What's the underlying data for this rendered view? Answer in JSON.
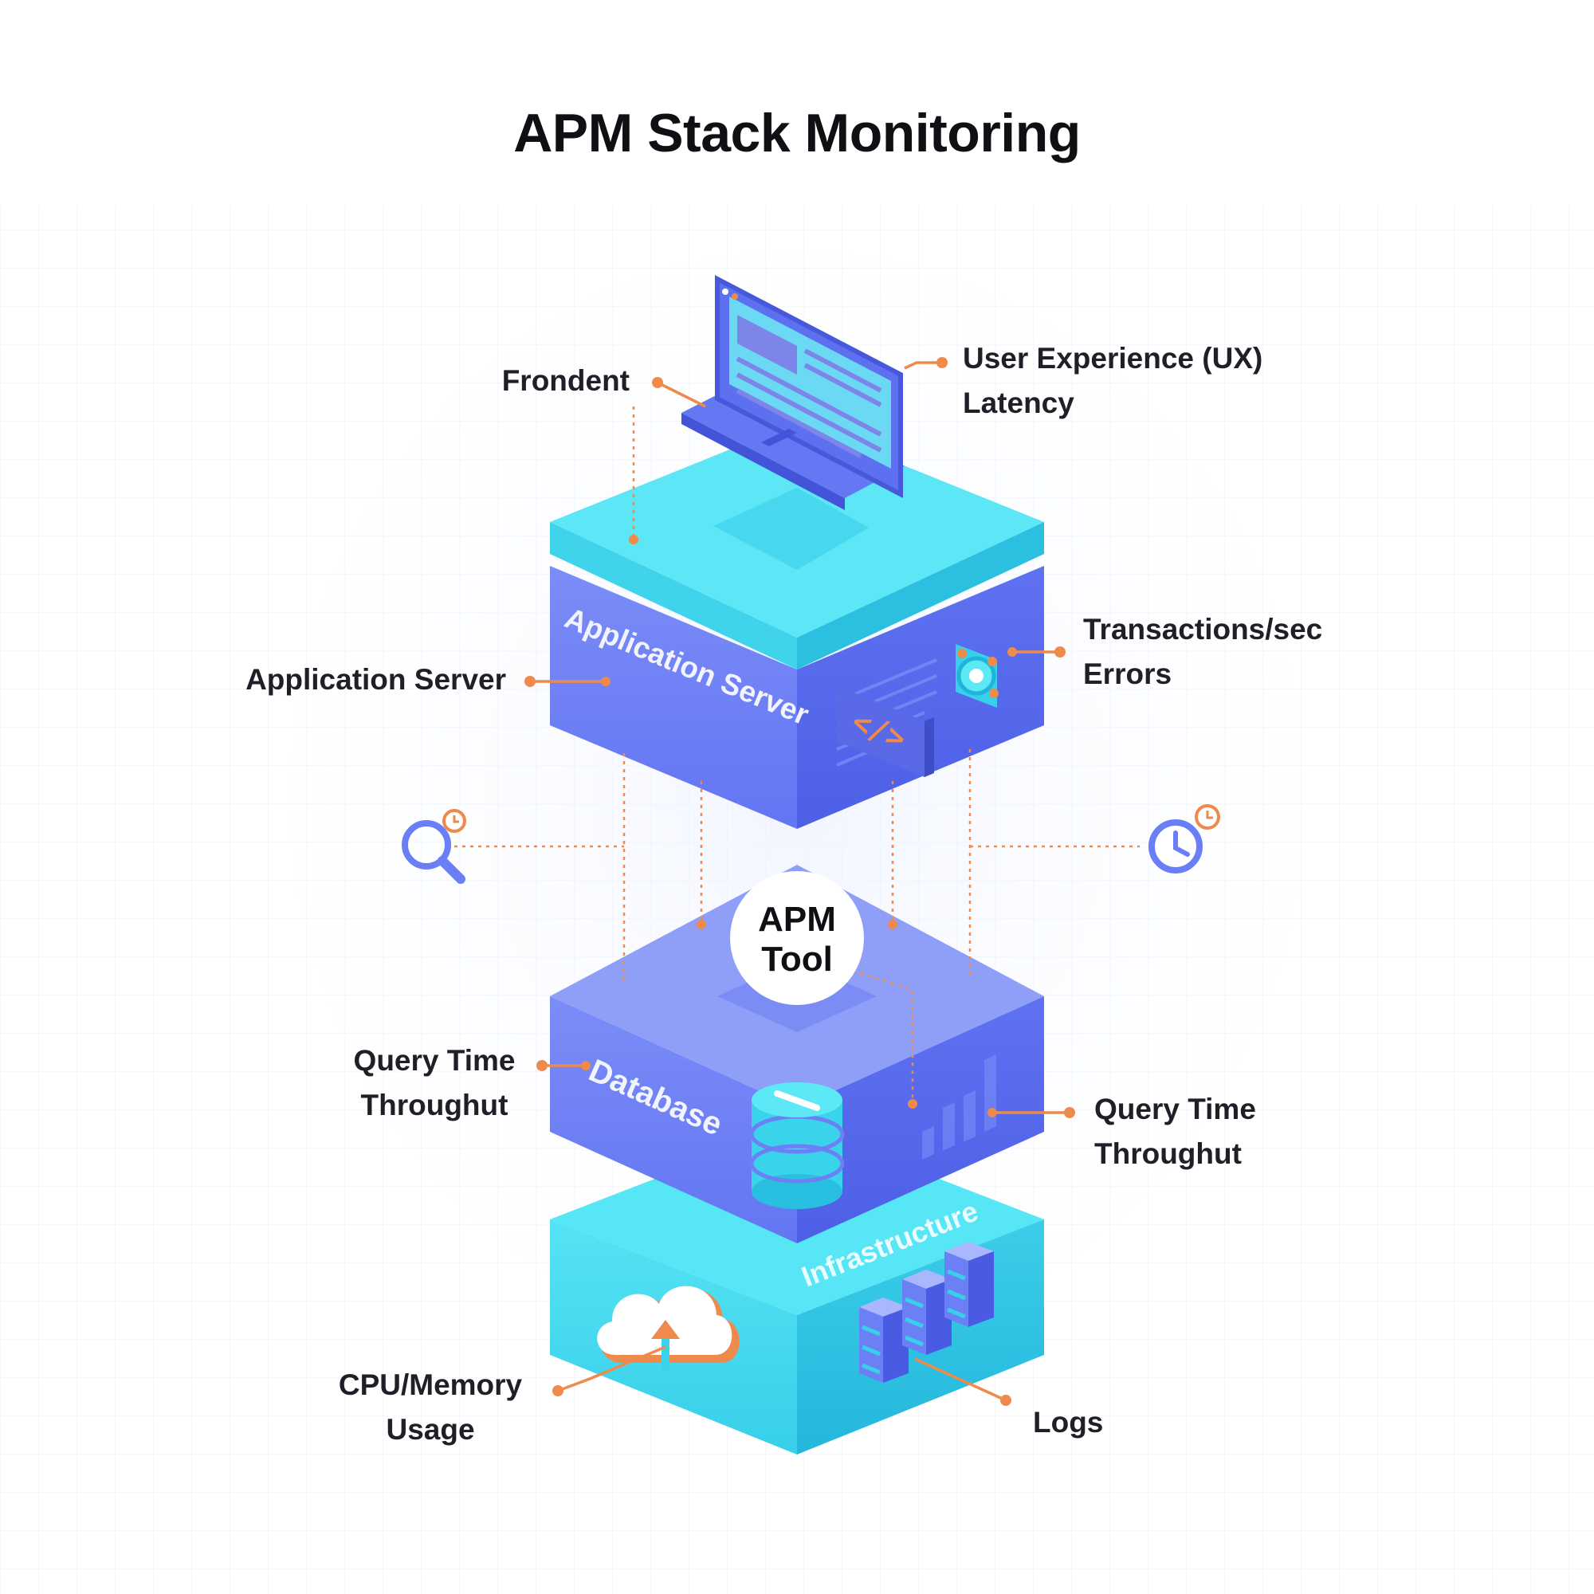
{
  "title": "APM Stack Monitoring",
  "layers": {
    "application_server": "Application Server",
    "database": "Database",
    "infrastructure": "Infrastructure"
  },
  "hub": {
    "line1": "APM",
    "line2": "Tool"
  },
  "labels": {
    "frontend": "Frondent",
    "ux": {
      "line1": "User Experience (UX)",
      "line2": "Latency"
    },
    "app_server": "Application Server",
    "transactions": {
      "line1": "Transactions/sec",
      "line2": "Errors"
    },
    "db_left": {
      "line1": "Query Time",
      "line2": "Throughut"
    },
    "db_right": {
      "line1": "Query Time",
      "line2": "Throughut"
    },
    "cpu": {
      "line1": "CPU/Memory",
      "line2": "Usage"
    },
    "logs": "Logs"
  },
  "icons": {
    "laptop": "laptop-icon",
    "search": "search-clock-icon",
    "clock": "clock-icon",
    "code": "code-icon",
    "gear": "gear-icon",
    "database": "database-icon",
    "bars": "bar-chart-icon",
    "cloud": "cloud-upload-icon",
    "servers": "server-rack-icon"
  },
  "colors": {
    "cyan_top": "#5de8f6",
    "cyan_side": "#3ad3ec",
    "blue_front": "#6a7ef5",
    "blue_side": "#5567ef",
    "blue_top": "#8a9cf8",
    "accent": "#ee8a4b",
    "title": "#0f0f14"
  }
}
